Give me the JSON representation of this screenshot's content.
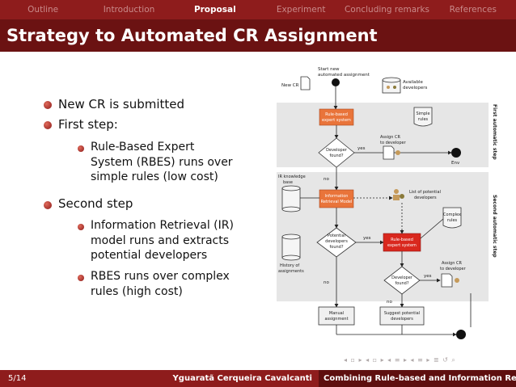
{
  "nav": {
    "tabs": [
      "Outline",
      "Introduction",
      "Proposal",
      "Experiment",
      "Concluding remarks",
      "References"
    ],
    "active_index": 2
  },
  "slide": {
    "title": "Strategy to Automated CR Assignment",
    "bullets": [
      {
        "text": "New CR is submitted"
      },
      {
        "text": "First step:",
        "sub": [
          {
            "lines": [
              "Rule-Based Expert",
              "System (RBES) runs over",
              "simple rules (low cost)"
            ]
          }
        ]
      },
      {
        "text": "Second step",
        "sub": [
          {
            "lines": [
              "Information Retrieval (IR)",
              "model runs and extracts",
              "potential developers"
            ]
          },
          {
            "lines": [
              "RBES runs over complex",
              "rules (high cost)"
            ]
          }
        ]
      }
    ]
  },
  "diagram": {
    "start_label_1": "Start new",
    "start_label_2": "automated assignment",
    "new_cr": "New CR",
    "available_1": "Available",
    "available_2": "developers",
    "simple_1": "Simple",
    "simple_2": "rules",
    "rbes_1": "Rule-based",
    "rbes_2": "expert system",
    "dev_found_1": "Developer",
    "dev_found_2": "found?",
    "yes_1": "yes",
    "assign_1": "Assign CR",
    "assign_2": "to developer",
    "env": "Env",
    "first_step": "First automatic step",
    "ir_kb_1": "IR knowledge",
    "ir_kb_2": "base",
    "no_1": "no",
    "irm_1": "Information",
    "irm_2": "Retrieval Model",
    "list_1": "List of potential",
    "list_2": "developers",
    "complex_1": "Complex",
    "complex_2": "rules",
    "second_step": "Second automatic step",
    "pot_1": "Potential",
    "pot_2": "developers",
    "pot_3": "found?",
    "yes_2": "yes",
    "rbes2_1": "Rule-based",
    "rbes2_2": "expert system",
    "history_1": "History of",
    "history_2": "assignments",
    "assign2_1": "Assign CR",
    "assign2_2": "to developer",
    "dev2_1": "Developer",
    "dev2_2": "found?",
    "yes_3": "yes",
    "no_2": "no",
    "no_3": "no",
    "manual_1": "Manual",
    "manual_2": "assignment",
    "suggest_1": "Suggest potential",
    "suggest_2": "developers"
  },
  "footer": {
    "page": "5/14",
    "author": "Yguaratã Cerqueira Cavalcanti",
    "title": "Combining Rule-based and Information Retrieval Techniques to"
  },
  "colors": {
    "navbar": "#8e1c1c",
    "titlebar": "#6b1212",
    "accent_orange": "#e9743a",
    "accent_red": "#d9281e"
  }
}
